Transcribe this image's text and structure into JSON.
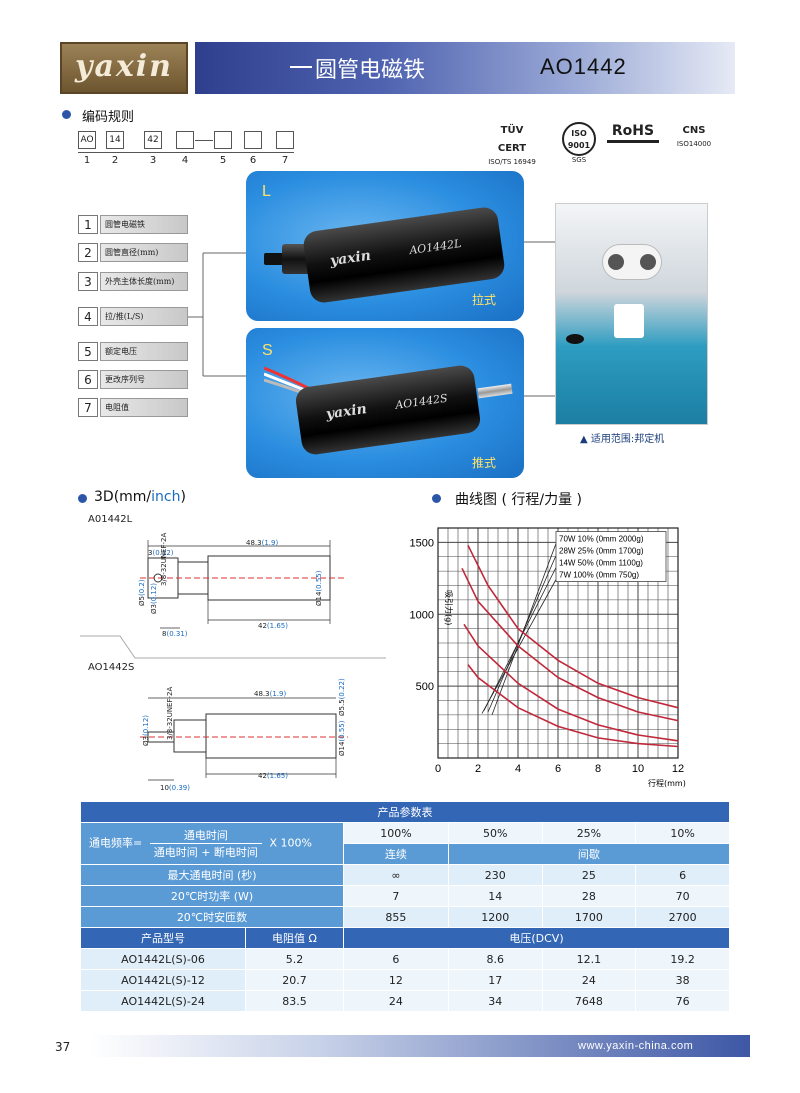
{
  "header": {
    "logo": "yaxin",
    "title": "圆管电磁铁",
    "model": "AO1442"
  },
  "coding": {
    "title": "编码规则",
    "boxes": [
      "AO",
      "14",
      "42",
      "",
      "",
      "",
      ""
    ],
    "numbers": [
      "1",
      "2",
      "3",
      "4",
      "5",
      "6",
      "7"
    ]
  },
  "certs": [
    {
      "main": "TÜV CERT",
      "sub": "ISO/TS 16949"
    },
    {
      "main": "ISO 9001",
      "sub": "SGS"
    },
    {
      "main": "RoHS",
      "sub": ""
    },
    {
      "main": "CNS",
      "sub": "ISO14000"
    }
  ],
  "items": [
    {
      "num": "1",
      "label": "圆管电磁铁"
    },
    {
      "num": "2",
      "label": "圆管直径(mm)"
    },
    {
      "num": "3",
      "label": "外壳主体长度(mm)"
    },
    {
      "num": "4",
      "label": "拉/推(L/S)"
    },
    {
      "num": "5",
      "label": "额定电压"
    },
    {
      "num": "6",
      "label": "更改序列号"
    },
    {
      "num": "7",
      "label": "电阻值"
    }
  ],
  "panels": {
    "pull": {
      "tag": "L",
      "brand": "yaxin",
      "model": "AO1442L",
      "type": "拉式"
    },
    "push": {
      "tag": "S",
      "brand": "yaxin",
      "model": "AO1442S",
      "type": "推式"
    }
  },
  "photo_caption": "▲ 适用范围:邦定机",
  "drawings": {
    "title_prefix": "3D(mm/",
    "title_inch": "inch",
    "title_suffix": ")",
    "L": {
      "name": "A01442L",
      "len_total": "48.3",
      "len_total_in": "(1.9)",
      "len_body": "42",
      "len_body_in": "(1.65)",
      "thread": "3/8-32UNEF-2A",
      "d_body": "Ø14",
      "d_body_in": "(0.55)",
      "d_plunger": "Ø5",
      "d_plunger_in": "(0.2)",
      "d_hole": "Ø3",
      "d_hole_in": "(0.12)",
      "top": "3",
      "top_in": "(0.12)",
      "bottom": "8",
      "bottom_in": "(0.31)"
    },
    "S": {
      "name": "AO1442S",
      "len_total": "48.3",
      "len_total_in": "(1.9)",
      "len_body": "42",
      "len_body_in": "(1.65)",
      "thread": "3/8-32UNEF-2A",
      "d_body": "Ø14",
      "d_body_in": "(0.55)",
      "d_plunger": "Ø5.5",
      "d_plunger_in": "(0.22)",
      "d_hole": "Ø3",
      "d_hole_in": "(0.12)",
      "bottom": "10",
      "bottom_in": "(0.39)"
    }
  },
  "curve_section": {
    "title": "曲线图 ( 行程/力量 )"
  },
  "chart_data": {
    "type": "line",
    "title": "",
    "xlabel": "行程(mm)",
    "ylabel": "吸引力(g)",
    "xlim": [
      0,
      12
    ],
    "ylim": [
      0,
      1600
    ],
    "xticks": [
      0,
      2,
      4,
      6,
      8,
      10,
      12
    ],
    "yticks": [
      500,
      1000,
      1500
    ],
    "grid": true,
    "color": "#c0283a",
    "series": [
      {
        "name": "70W 10% (0mm 2000g)",
        "x": [
          1.5,
          2.5,
          4,
          6,
          8,
          10,
          12
        ],
        "y": [
          1480,
          1200,
          900,
          680,
          520,
          420,
          350
        ]
      },
      {
        "name": "28W 25% (0mm 1700g)",
        "x": [
          1.2,
          2,
          4,
          6,
          8,
          10,
          12
        ],
        "y": [
          1320,
          1090,
          780,
          560,
          420,
          320,
          260
        ]
      },
      {
        "name": "14W 50% (0mm 1100g)",
        "x": [
          1.3,
          2,
          4,
          6,
          8,
          10,
          12
        ],
        "y": [
          930,
          780,
          520,
          340,
          230,
          160,
          120
        ]
      },
      {
        "name": "7W 100% (0mm 750g)",
        "x": [
          1.5,
          2,
          4,
          6,
          8,
          10,
          12
        ],
        "y": [
          650,
          560,
          350,
          220,
          140,
          100,
          80
        ]
      }
    ]
  },
  "table": {
    "title": "产品参数表",
    "duty_label": "通电频率=",
    "duty_num": "通电时间",
    "duty_den": "通电时间 + 断电时间",
    "duty_mult": "X 100%",
    "duty_values": [
      "100%",
      "50%",
      "25%",
      "10%"
    ],
    "mode_cont": "连续",
    "mode_int": "间歇",
    "rows": [
      {
        "label": "最大通电时间 (秒)",
        "values": [
          "∞",
          "230",
          "25",
          "6"
        ]
      },
      {
        "label": "20℃时功率 (W)",
        "values": [
          "7",
          "14",
          "28",
          "70"
        ]
      },
      {
        "label": "20℃时安匝数",
        "values": [
          "855",
          "1200",
          "1700",
          "2700"
        ]
      }
    ],
    "model_header": "产品型号",
    "res_header": "电阻值 Ω",
    "volt_header": "电压(DCV)",
    "models": [
      {
        "name": "AO1442L(S)-06",
        "res": "5.2",
        "v": [
          "6",
          "8.6",
          "12.1",
          "19.2"
        ]
      },
      {
        "name": "AO1442L(S)-12",
        "res": "20.7",
        "v": [
          "12",
          "17",
          "24",
          "38"
        ]
      },
      {
        "name": "AO1442L(S)-24",
        "res": "83.5",
        "v": [
          "24",
          "34",
          "7648",
          "76"
        ]
      }
    ]
  },
  "footer": {
    "page": "37",
    "url": "www.yaxin-china.com"
  }
}
